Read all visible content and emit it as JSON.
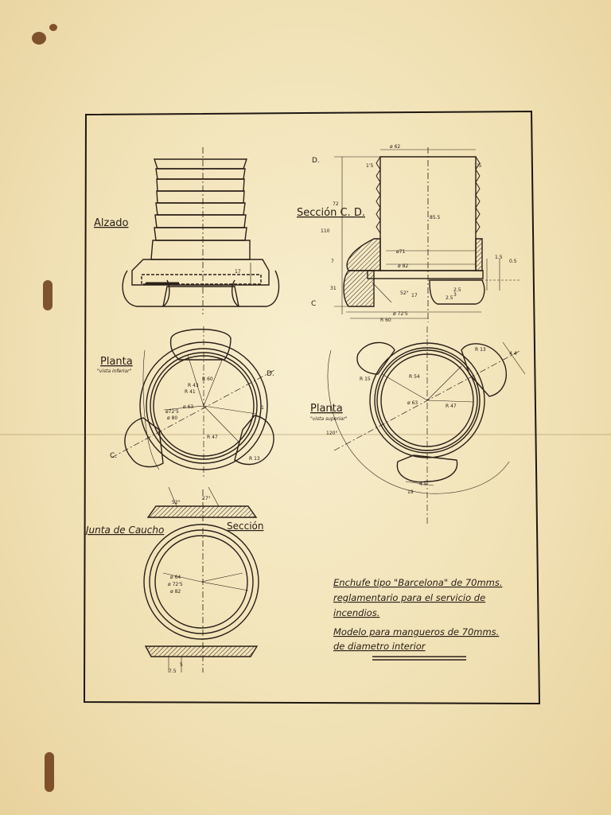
{
  "views": {
    "alzado": "Alzado",
    "seccion_cd": "Sección C. D.",
    "planta_inferior": "Planta",
    "planta_inferior_sub": "\"vista inferior\"",
    "planta_superior": "Planta",
    "planta_superior_sub": "\"vista superior\"",
    "junta": "Junta de Caucho",
    "seccion": "Sección"
  },
  "section_letters": {
    "d": "D.",
    "c": "C",
    "c_plan": "C.",
    "d_plan": "D."
  },
  "dimensions": {
    "d62": "ø 62",
    "d15a": "1'5",
    "d15b": "1'5",
    "d72": "72",
    "d110": "110",
    "d855": "85.5",
    "d71": "ø71",
    "d82": "ø 82",
    "d7": "7",
    "d31": "31",
    "d52": "52°",
    "d17s": "17",
    "d25a": "2.5",
    "d25b": "2.5",
    "d3": "3",
    "d7251": "ø 72'5",
    "d60": "R 60",
    "d15c": "1.5",
    "d05": "0.5",
    "r60": "R 60",
    "r43": "R 43",
    "r41": "R 41",
    "d725p": "ø72'5",
    "d63": "ø 63",
    "d80": "ø 80",
    "r47": "R 47",
    "r13a": "R 13",
    "d1": "1",
    "d17a": "17",
    "r54": "R 54",
    "d63b": "ø 63",
    "r47b": "R 47",
    "r13b": "R 13",
    "r15": "R 15",
    "d44": "4.4",
    "d45": "4.5",
    "d19": "19",
    "d120": "120°",
    "a52": "52°",
    "a27": "27°",
    "d64": "ø 64",
    "d7252": "ø 72'5",
    "d822": "ø 82",
    "d5": "5",
    "d75": "7.5"
  },
  "caption": {
    "line1": "Enchufe tipo \"Barcelona\" de 70mms.",
    "line2": "reglamentario para el servicio de",
    "line3": "incendios.",
    "line4": "Modelo para mangueros de 70mms.",
    "line5": "de diametro interior"
  },
  "colors": {
    "ink": "#2a2018",
    "paper": "#f5e9c4",
    "stain": "#6b3a16"
  }
}
